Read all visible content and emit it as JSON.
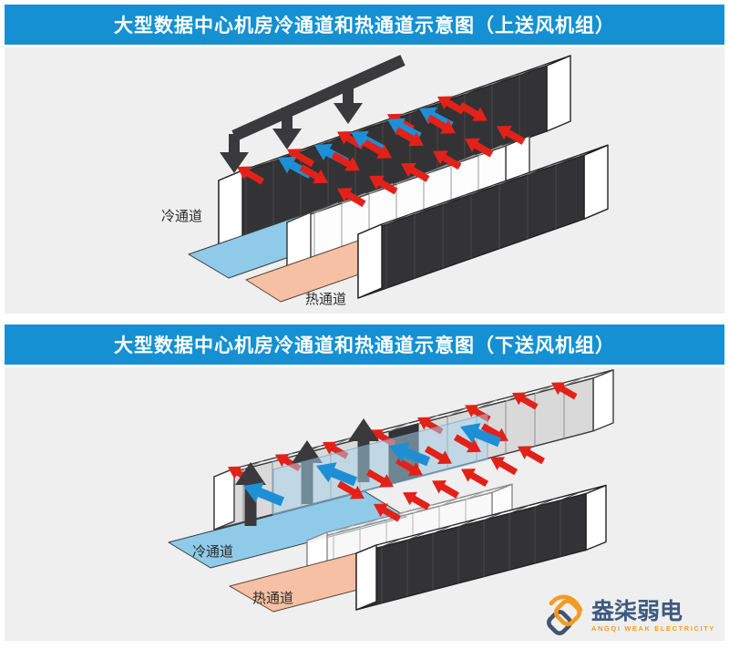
{
  "colors": {
    "header_bg": "#1590d2",
    "header_text": "#ffffff",
    "panel_bg": "#efefef",
    "rack_dark": "#333335",
    "rack_white": "#ffffff",
    "rack_gray": "#d9d9d9",
    "cold_aisle_floor": "#8fcbe9",
    "hot_aisle_floor": "#f5c0a3",
    "cold_air_arrow": "#1e8fd5",
    "hot_air_arrow": "#e32119",
    "supply_air_dark": "#3a3a3c",
    "logo_orange": "#f59a23",
    "logo_navy": "#44536e",
    "logo_text": "#3d5a80"
  },
  "sections": [
    {
      "title": "大型数据中心机房冷通道和热通道示意图（上送风机组）",
      "labels": {
        "cold_aisle": "冷通道",
        "hot_aisle": "热通道"
      }
    },
    {
      "title": "大型数据中心机房冷通道和热通道示意图（下送风机组）",
      "labels": {
        "cold_aisle": "冷通道",
        "hot_aisle": "热通道"
      }
    }
  ],
  "logo": {
    "name": "盎柒弱电",
    "tagline": "ANGQI WEAK ELECTRICITY"
  }
}
